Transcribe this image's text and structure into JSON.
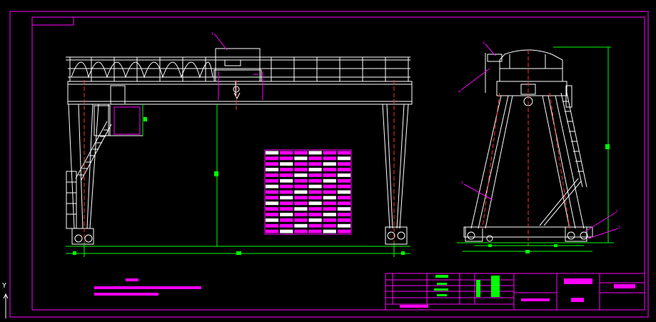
{
  "colors": {
    "background": "#000000",
    "frame": "#ff00ff",
    "structure": "#ffffff",
    "centerline": "#ff3030",
    "dimension": "#00ff00",
    "table_fill": "#ff00ff",
    "table_text": "#ffffff",
    "title_fill": "#ff00ff",
    "notes_text": "#ff00ff"
  },
  "ucs": {
    "axis_label": "Y"
  },
  "views": {
    "front": {
      "callouts": [
        "1"
      ]
    },
    "side": {
      "callouts": [
        "3",
        "4",
        "5",
        "2",
        "1"
      ]
    }
  },
  "parts_table": {
    "rows": 15,
    "cols": 6
  },
  "notes": {
    "line_count": 3
  },
  "title_block": {
    "sections": 3
  }
}
